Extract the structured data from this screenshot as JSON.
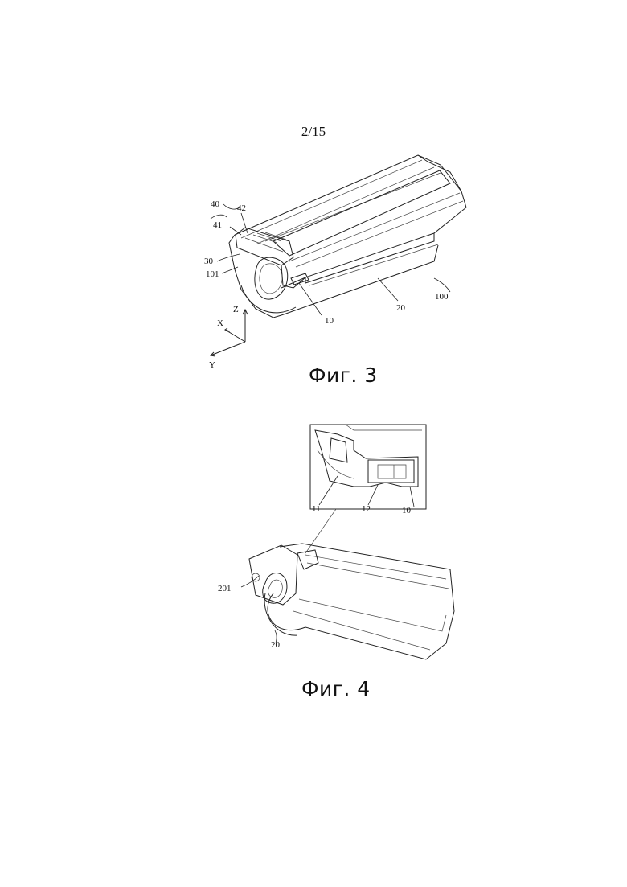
{
  "page": {
    "number": "2/15"
  },
  "figures": [
    {
      "caption": "Фиг. 3",
      "axes": {
        "z": "Z",
        "x": "X",
        "y": "Y"
      },
      "labels": {
        "l40": "40",
        "l42": "42",
        "l41": "41",
        "l30": "30",
        "l101": "101",
        "l10": "10",
        "l20": "20",
        "l100": "100"
      }
    },
    {
      "caption": "Фиг. 4",
      "labels": {
        "l11": "11",
        "l12": "12",
        "l10": "10",
        "l201": "201",
        "l20": "20"
      }
    }
  ]
}
